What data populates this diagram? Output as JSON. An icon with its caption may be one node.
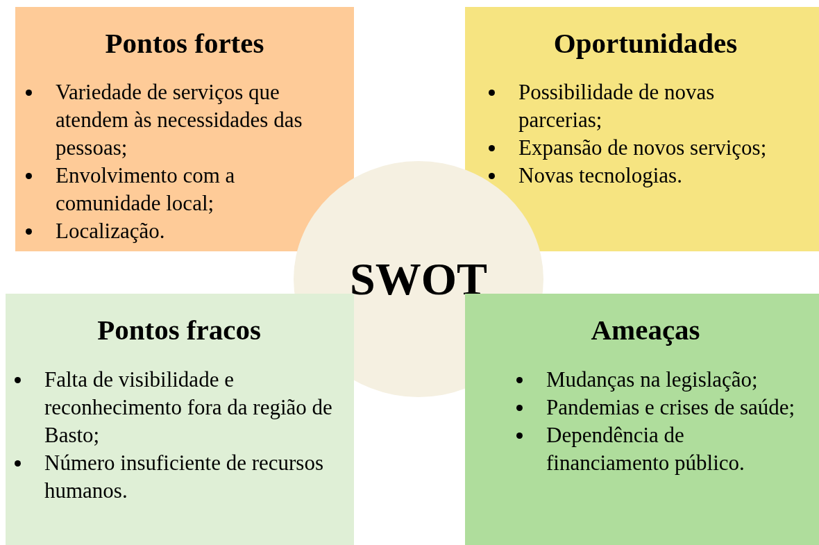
{
  "diagram": {
    "nodes": [
      {
        "text": [
          "Pontos fortes",
          "Variedade de serviços que atendem às necessidades das pessoas;",
          "Envolvimento com a comunidade local;",
          "Localização."
        ]
      },
      {
        "text": [
          "Oportunidades",
          "Possibilidade de novas parcerias;",
          "Expansão de novos serviços;",
          "Novas tecnologias."
        ]
      },
      {
        "text": [
          "SWOT"
        ]
      },
      {
        "text": [
          "Pontos fracos",
          "Falta de visibilidade e reconhecimento fora da região de Basto;",
          "Número insuficiente de recursos humanos."
        ]
      },
      {
        "text": [
          "Ameaças",
          "Mudanças na legislação;",
          "Pandemias e crises de saúde;",
          "Dependência de financiamento público."
        ]
      }
    ]
  }
}
